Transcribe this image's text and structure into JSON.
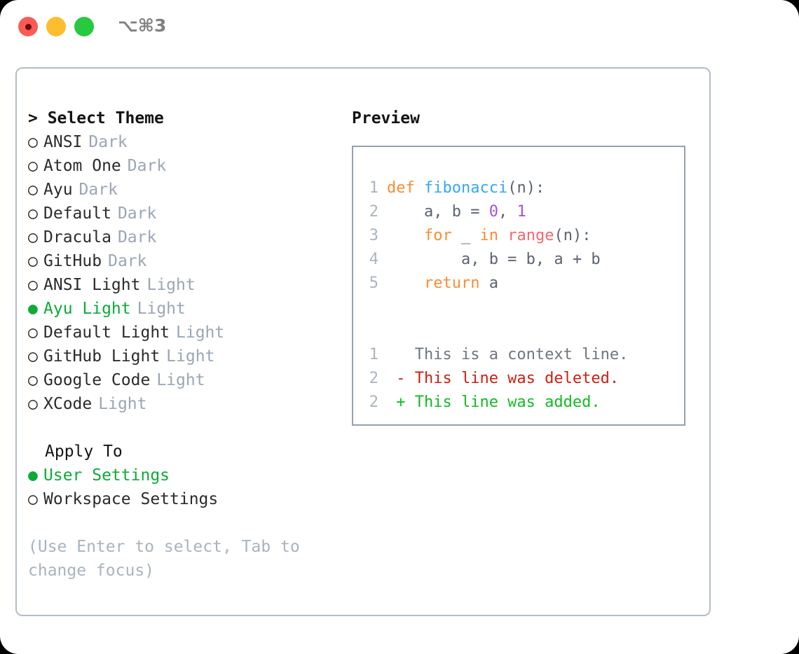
{
  "titlebar": {
    "traffic_lights": [
      {
        "name": "close",
        "color": "#fb5b55"
      },
      {
        "name": "minimize",
        "color": "#fcbe2f"
      },
      {
        "name": "zoom",
        "color": "#27c93f"
      }
    ],
    "shortcut": "⌥⌘3"
  },
  "theme_panel": {
    "title": "> Select Theme",
    "options": [
      {
        "marker": "○",
        "label": "ANSI",
        "tag": "Dark",
        "selected": false
      },
      {
        "marker": "○",
        "label": "Atom One",
        "tag": "Dark",
        "selected": false
      },
      {
        "marker": "○",
        "label": "Ayu",
        "tag": "Dark",
        "selected": false
      },
      {
        "marker": "○",
        "label": "Default",
        "tag": "Dark",
        "selected": false
      },
      {
        "marker": "○",
        "label": "Dracula",
        "tag": "Dark",
        "selected": false
      },
      {
        "marker": "○",
        "label": "GitHub",
        "tag": "Dark",
        "selected": false
      },
      {
        "marker": "○",
        "label": "ANSI Light",
        "tag": "Light",
        "selected": false
      },
      {
        "marker": "●",
        "label": "Ayu Light",
        "tag": "Light",
        "selected": true
      },
      {
        "marker": "○",
        "label": "Default Light",
        "tag": "Light",
        "selected": false
      },
      {
        "marker": "○",
        "label": "GitHub Light",
        "tag": "Light",
        "selected": false
      },
      {
        "marker": "○",
        "label": "Google Code",
        "tag": "Light",
        "selected": false
      },
      {
        "marker": "○",
        "label": "XCode",
        "tag": "Light",
        "selected": false
      }
    ],
    "apply_to": {
      "heading": "Apply To",
      "options": [
        {
          "marker": "●",
          "label": "User Settings",
          "selected": true
        },
        {
          "marker": "○",
          "label": "Workspace Settings",
          "selected": false
        }
      ]
    },
    "hint": "(Use Enter to select, Tab to change focus)"
  },
  "preview": {
    "title": "Preview",
    "code_lines": [
      {
        "num": "1",
        "tokens": [
          {
            "t": "def",
            "c": "kw"
          },
          {
            "t": " ",
            "c": "pl"
          },
          {
            "t": "fibonacci",
            "c": "fn"
          },
          {
            "t": "(n):",
            "c": "pl"
          }
        ]
      },
      {
        "num": "2",
        "tokens": [
          {
            "t": "    a, b = ",
            "c": "pl"
          },
          {
            "t": "0",
            "c": "num"
          },
          {
            "t": ", ",
            "c": "pl"
          },
          {
            "t": "1",
            "c": "num"
          }
        ]
      },
      {
        "num": "3",
        "tokens": [
          {
            "t": "    ",
            "c": "pl"
          },
          {
            "t": "for",
            "c": "kw"
          },
          {
            "t": " _ ",
            "c": "pl"
          },
          {
            "t": "in",
            "c": "kw"
          },
          {
            "t": " ",
            "c": "pl"
          },
          {
            "t": "range",
            "c": "bi"
          },
          {
            "t": "(n):",
            "c": "pl"
          }
        ]
      },
      {
        "num": "4",
        "tokens": [
          {
            "t": "        a, b = b, a + b",
            "c": "pl"
          }
        ]
      },
      {
        "num": "5",
        "tokens": [
          {
            "t": "    ",
            "c": "pl"
          },
          {
            "t": "return",
            "c": "kw"
          },
          {
            "t": " a",
            "c": "pl"
          }
        ]
      }
    ],
    "diff_lines": [
      {
        "num": "1",
        "sign": " ",
        "text": "This is a context line.",
        "kind": "diff-ctx"
      },
      {
        "num": "2",
        "sign": "-",
        "text": "This line was deleted.",
        "kind": "diff-del"
      },
      {
        "num": "2",
        "sign": "+",
        "text": "This line was added.",
        "kind": "diff-add"
      }
    ]
  },
  "colors": {
    "accent_green": "#0cab38",
    "tag_gray": "#9aa6b6",
    "border": "#b2bcc9",
    "preview_border": "#95a0b2",
    "kw_orange": "#fa8d32",
    "fn_blue": "#36a7f5",
    "num_purple": "#a652d8",
    "builtin_salmon": "#f8666e",
    "diff_del_red": "#cc1f10",
    "diff_add_green": "#11bb22"
  }
}
